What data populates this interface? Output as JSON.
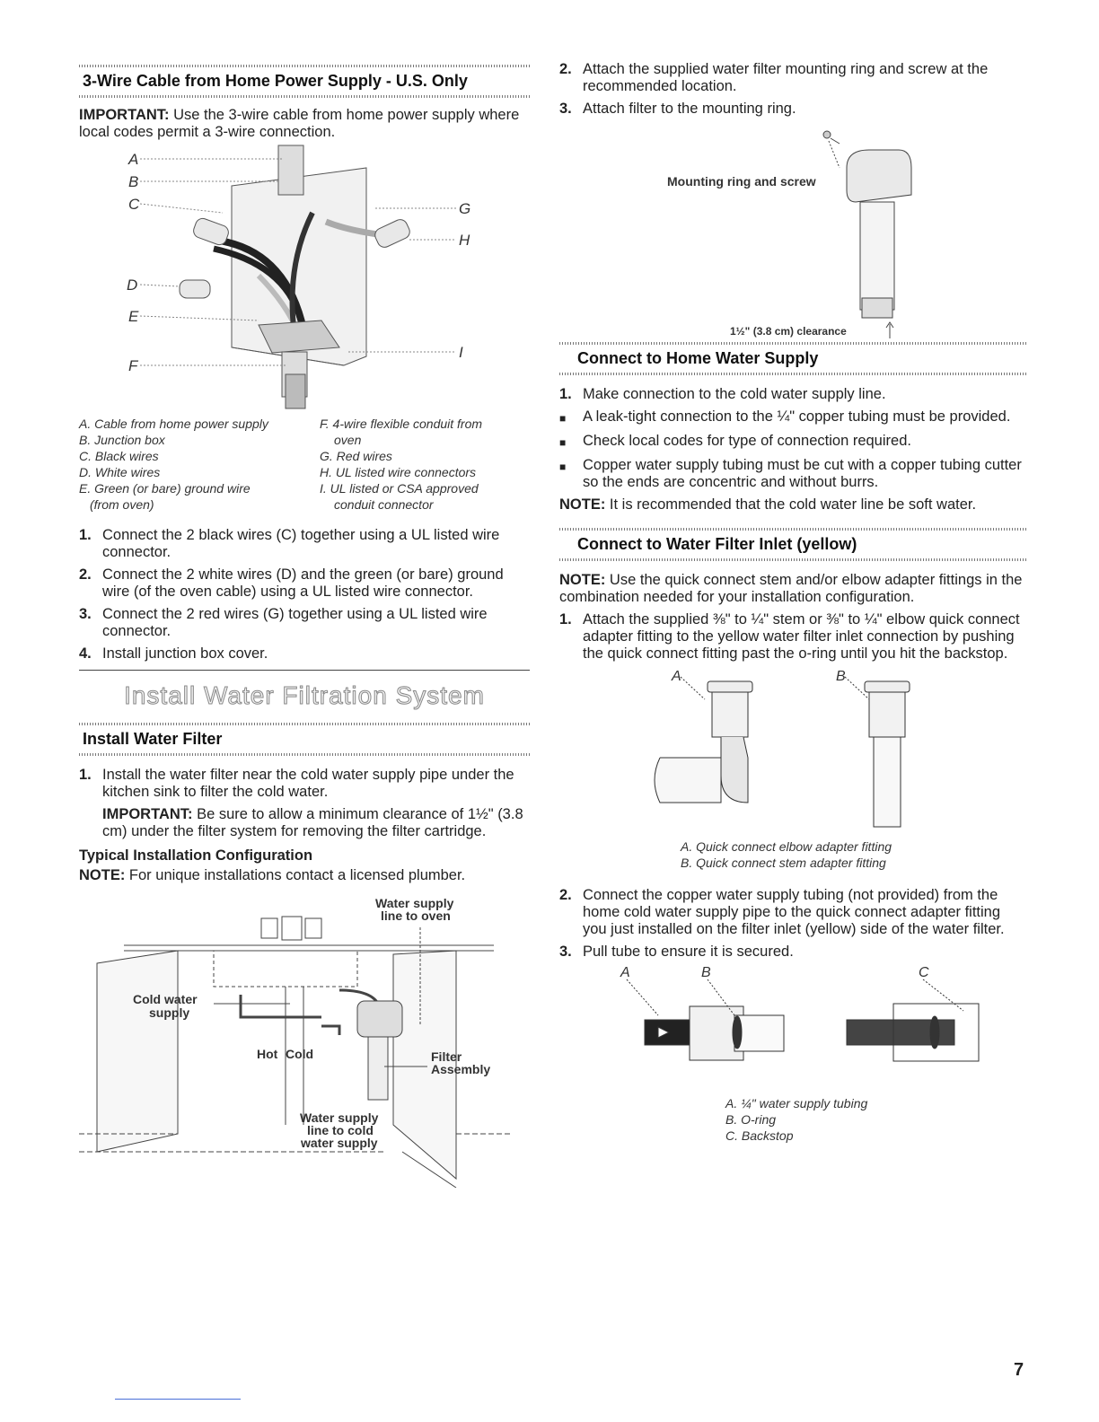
{
  "left": {
    "section1": {
      "title": "3-Wire Cable from Home Power Supply - U.S. Only",
      "important_label": "IMPORTANT:",
      "important_text": " Use the 3-wire cable from home power supply where local codes permit a 3-wire connection.",
      "diagram_letters": [
        "A",
        "B",
        "C",
        "D",
        "E",
        "F",
        "G",
        "H",
        "I"
      ],
      "legend_left": [
        "A. Cable from home power supply",
        "B. Junction box",
        "C. Black wires",
        "D. White wires",
        "E. Green (or bare) ground wire",
        "(from oven)"
      ],
      "legend_right": [
        "F. 4-wire flexible conduit from",
        "oven",
        "G. Red wires",
        "H. UL listed wire connectors",
        "I. UL listed or CSA approved",
        "conduit connector"
      ],
      "steps": [
        {
          "n": "1.",
          "text": "Connect the 2 black wires (C) together using a UL listed wire connector."
        },
        {
          "n": "2.",
          "text": "Connect the 2 white wires (D) and the green (or bare) ground wire (of the oven cable) using a UL listed wire connector."
        },
        {
          "n": "3.",
          "text": "Connect the 2 red wires (G) together using a UL listed wire connector."
        },
        {
          "n": "4.",
          "text": "Install junction box cover."
        }
      ]
    },
    "banner": "Install Water Filtration System",
    "section2": {
      "title": "Install Water Filter",
      "step1": {
        "n": "1.",
        "text": "Install the water filter near the cold water supply pipe under the kitchen sink to filter the cold water."
      },
      "important_label": "IMPORTANT:",
      "important_text": " Be sure to allow a minimum clearance of 1½\" (3.8 cm) under the filter system for removing the filter cartridge.",
      "subhead": "Typical Installation Configuration",
      "note_label": "NOTE:",
      "note_text": " For unique installations contact a licensed plumber.",
      "diagram_labels": {
        "water_supply_oven_1": "Water supply",
        "water_supply_oven_2": "line to oven",
        "cold_water_1": "Cold water",
        "cold_water_2": "supply",
        "hot": "Hot",
        "cold": "Cold",
        "filter_1": "Filter",
        "filter_2": "Assembly",
        "line_cold_1": "Water supply",
        "line_cold_2": "line to cold",
        "line_cold_3": "water supply"
      }
    }
  },
  "right": {
    "steps_top": [
      {
        "n": "2.",
        "text": "Attach the supplied water filter mounting ring and screw at the recommended location."
      },
      {
        "n": "3.",
        "text": "Attach filter to the mounting ring."
      }
    ],
    "filter_diagram": {
      "mounting": "Mounting ring and screw",
      "clearance": "1½\" (3.8 cm) clearance"
    },
    "section3": {
      "title": "Connect to Home Water Supply",
      "items": [
        {
          "n": "1.",
          "text": "Make connection to the cold water supply line."
        },
        {
          "n": "■",
          "text": "A leak-tight connection to the ¼\" copper tubing must be provided."
        },
        {
          "n": "■",
          "text": "Check local codes for type of connection required."
        },
        {
          "n": "■",
          "text": "Copper water supply tubing must be cut with a copper tubing cutter so the ends are concentric and without burrs."
        }
      ],
      "note_label": "NOTE:",
      "note_text": " It is recommended that the cold water line be soft water."
    },
    "section4": {
      "title": "Connect to Water Filter Inlet (yellow)",
      "note_label": "NOTE:",
      "note_text": " Use the quick connect stem and/or elbow adapter fittings in the combination needed for your installation configuration.",
      "step1": {
        "n": "1.",
        "text": "Attach the supplied ⅜\" to ¼\" stem or ⅜\" to ¼\" elbow quick connect adapter fitting to the yellow water filter inlet connection by pushing the quick connect fitting past the o-ring until you hit the backstop."
      },
      "fit_letters": [
        "A",
        "B"
      ],
      "fit_legend": [
        "A. Quick connect elbow adapter fitting",
        "B. Quick connect stem adapter fitting"
      ],
      "steps2": [
        {
          "n": "2.",
          "text": "Connect the copper water supply tubing (not provided) from the home cold water supply pipe to the quick connect adapter fitting you just installed on the filter inlet (yellow) side of the water filter."
        },
        {
          "n": "3.",
          "text": "Pull tube to ensure it is secured."
        }
      ],
      "tube_letters": [
        "A",
        "B",
        "C"
      ],
      "tube_legend": [
        "A. ¼\" water supply tubing",
        "B. O-ring",
        "C. Backstop"
      ]
    }
  },
  "page_number": "7"
}
